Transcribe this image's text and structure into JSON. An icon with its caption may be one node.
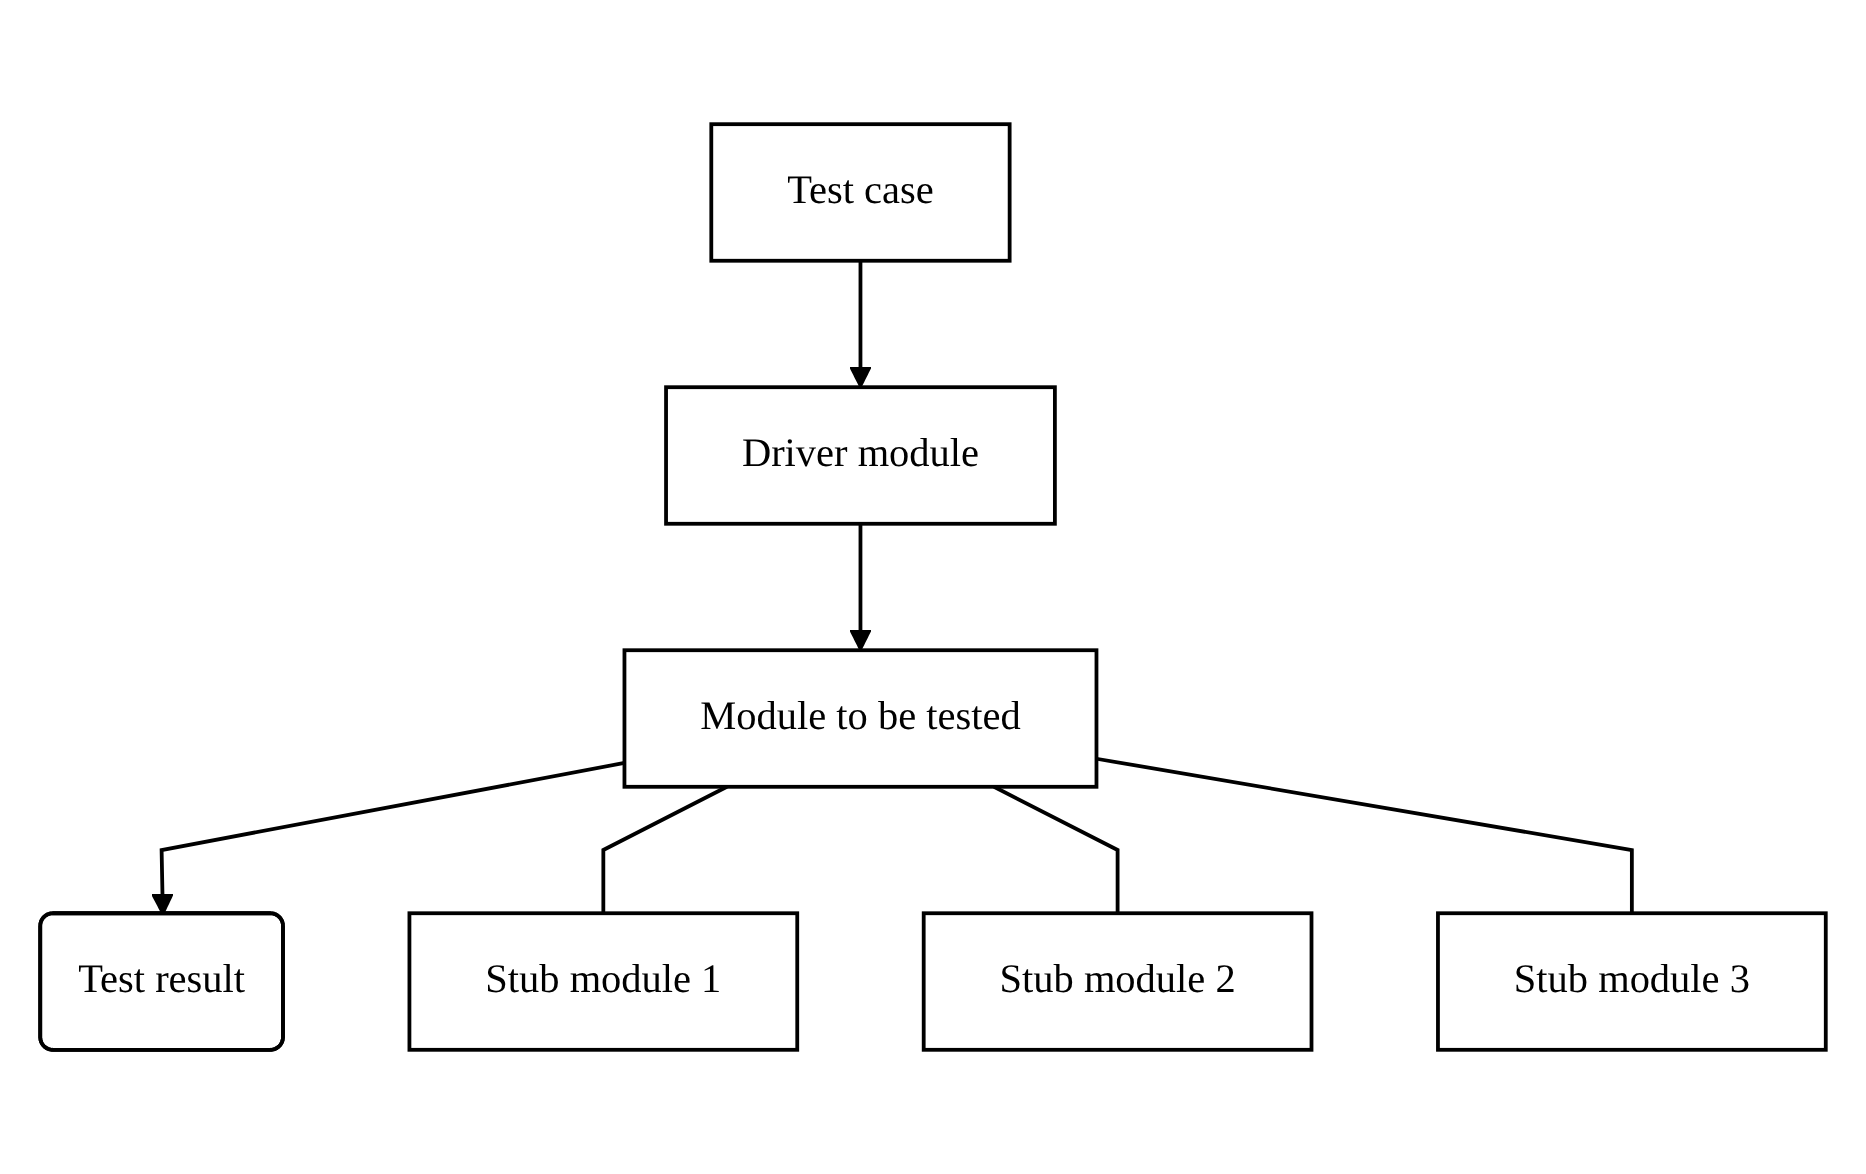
{
  "diagram": {
    "nodes": [
      {
        "text": [
          "Driver module"
        ]
      },
      {
        "text": [
          "Test result"
        ]
      },
      {
        "text": [
          "Test case"
        ]
      },
      {
        "text": [
          "Module to be tested"
        ]
      },
      {
        "text": [
          "Stub module 1"
        ]
      },
      {
        "text": [
          "Stub module 2"
        ]
      },
      {
        "text": [
          "Stub module 3"
        ]
      }
    ],
    "edges": [
      {
        "from": 2,
        "to": 0,
        "arrow": "to"
      },
      {
        "from": 0,
        "to": 3,
        "arrow": "to"
      },
      {
        "from": 3,
        "to": 1,
        "arrow": "to"
      },
      {
        "from": 3,
        "to": 4,
        "arrow": "none"
      },
      {
        "from": 3,
        "to": 5,
        "arrow": "none"
      },
      {
        "from": 3,
        "to": 6,
        "arrow": "none"
      }
    ]
  }
}
